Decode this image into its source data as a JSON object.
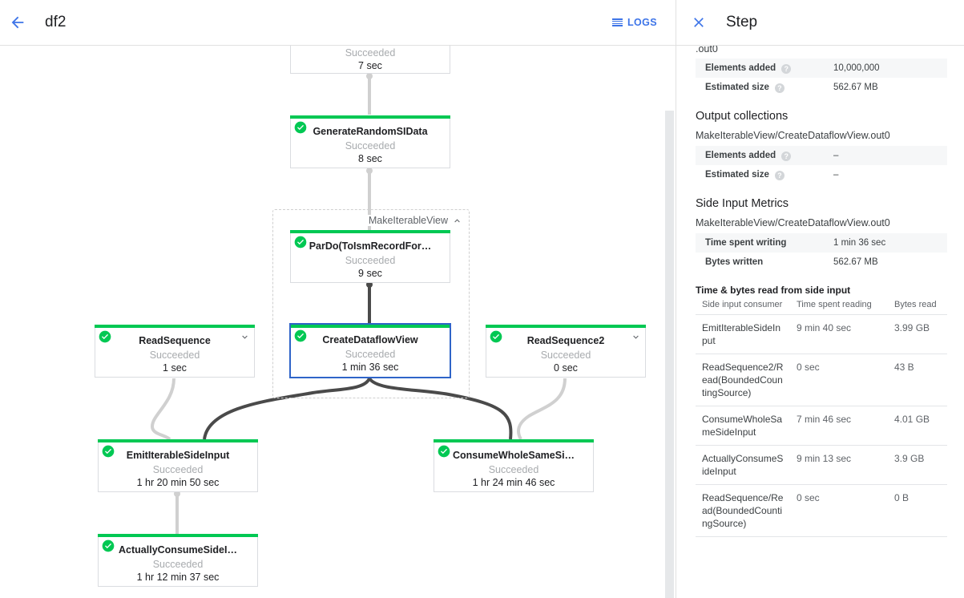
{
  "topbar": {
    "back_icon": "arrow-left-icon",
    "job_title": "df2",
    "logs_label": "LOGS",
    "logs_icon": "logs-hamburger-icon",
    "accent_color": "#3d74e8"
  },
  "graph": {
    "success_color": "#00c853",
    "selected_color": "#1a56d6",
    "status_succeeded": "Succeeded",
    "group": {
      "label": "MakeIterableView",
      "caret_icon": "chevron-up-icon"
    },
    "nodes": [
      {
        "id": "partial-top",
        "name": "",
        "status": "Succeeded",
        "time": "7 sec",
        "has_caret": false,
        "selected": false,
        "partial": true
      },
      {
        "id": "generate-random-si-data",
        "name": "GenerateRandomSIData",
        "status": "Succeeded",
        "time": "8 sec",
        "has_caret": false,
        "selected": false
      },
      {
        "id": "pardo-toismrecordfor",
        "name": "ParDo(ToIsmRecordFor…",
        "status": "Succeeded",
        "time": "9 sec",
        "has_caret": false,
        "selected": false
      },
      {
        "id": "create-dataflow-view",
        "name": "CreateDataflowView",
        "status": "Succeeded",
        "time": "1 min 36 sec",
        "has_caret": false,
        "selected": true
      },
      {
        "id": "read-sequence",
        "name": "ReadSequence",
        "status": "Succeeded",
        "time": "1 sec",
        "has_caret": true,
        "selected": false
      },
      {
        "id": "read-sequence-2",
        "name": "ReadSequence2",
        "status": "Succeeded",
        "time": "0 sec",
        "has_caret": true,
        "selected": false
      },
      {
        "id": "emit-iterable-side-input",
        "name": "EmitIterableSideInput",
        "status": "Succeeded",
        "time": "1 hr 20 min 50 sec",
        "has_caret": false,
        "selected": false
      },
      {
        "id": "consume-whole-same-side-input",
        "name": "ConsumeWholeSameSi…",
        "status": "Succeeded",
        "time": "1 hr 24 min 46 sec",
        "has_caret": false,
        "selected": false
      },
      {
        "id": "actually-consume-side-input",
        "name": "ActuallyConsumeSideI…",
        "status": "Succeeded",
        "time": "1 hr 12 min 37 sec",
        "has_caret": false,
        "selected": false
      }
    ]
  },
  "panel": {
    "close_icon": "close-icon",
    "title": "Step",
    "clipped_top_text": ".out0",
    "input_metrics": [
      {
        "key": "Elements added",
        "value": "10,000,000",
        "help": true
      },
      {
        "key": "Estimated size",
        "value": "562.67 MB",
        "help": true
      }
    ],
    "output_collections": {
      "heading": "Output collections",
      "collection_name": "MakeIterableView/CreateDataflowView.out0",
      "rows": [
        {
          "key": "Elements added",
          "value": "–",
          "help": true
        },
        {
          "key": "Estimated size",
          "value": "–",
          "help": true
        }
      ]
    },
    "side_input_metrics": {
      "heading": "Side Input Metrics",
      "collection_name": "MakeIterableView/CreateDataflowView.out0",
      "rows": [
        {
          "key": "Time spent writing",
          "value": "1 min 36 sec",
          "help": false
        },
        {
          "key": "Bytes written",
          "value": "562.67 MB",
          "help": false
        }
      ]
    },
    "side_input_table": {
      "heading": "Time & bytes read from side input",
      "columns": [
        "Side input consumer",
        "Time spent reading",
        "Bytes read"
      ],
      "rows": [
        {
          "consumer": "EmitIterableSideInput",
          "time": "9 min 40 sec",
          "bytes": "3.99 GB"
        },
        {
          "consumer": "ReadSequence2/Read(BoundedCountingSource)",
          "time": "0 sec",
          "bytes": "43 B"
        },
        {
          "consumer": "ConsumeWholeSameSideInput",
          "time": "7 min 46 sec",
          "bytes": "4.01 GB"
        },
        {
          "consumer": "ActuallyConsumeSideInput",
          "time": "9 min 13 sec",
          "bytes": "3.9 GB"
        },
        {
          "consumer": "ReadSequence/Read(BoundedCountingSource)",
          "time": "0 sec",
          "bytes": "0 B"
        }
      ]
    }
  }
}
